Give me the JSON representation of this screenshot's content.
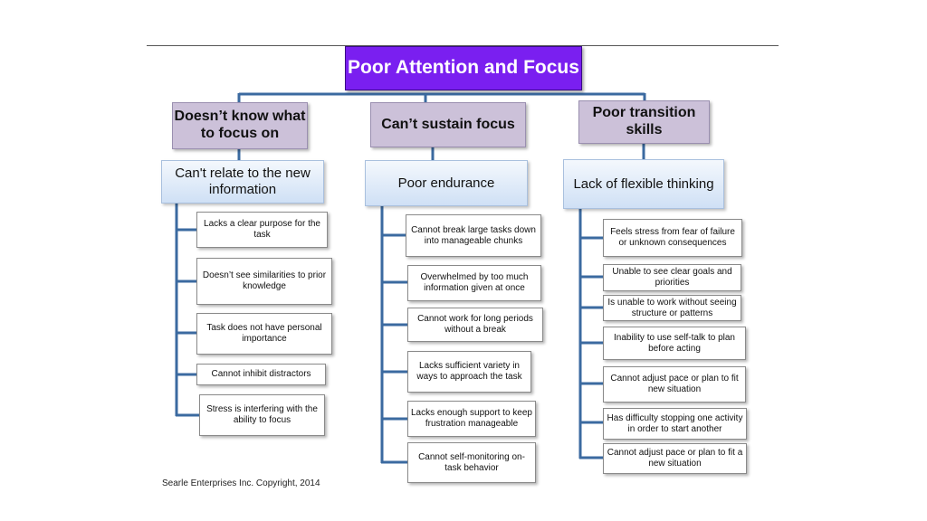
{
  "root": {
    "title": "Poor Attention and Focus"
  },
  "columns": [
    {
      "category": "Doesn’t know what to focus on",
      "sub": "Can't  relate to the new information",
      "items": [
        "Lacks a clear purpose for the task",
        "Doesn’t see similarities to prior knowledge",
        "Task does not have personal importance",
        "Cannot inhibit distractors",
        "Stress is interfering with the ability to focus"
      ]
    },
    {
      "category": "Can’t sustain focus",
      "sub": "Poor endurance",
      "items": [
        "Cannot break large tasks down into manageable chunks",
        "Overwhelmed by too much information given at once",
        "Cannot work for long periods without a break",
        "Lacks sufficient variety in ways to approach the task",
        "Lacks enough support to keep frustration manageable",
        "Cannot self-monitoring on-task behavior"
      ]
    },
    {
      "category": "Poor transition skills",
      "sub": "Lack of flexible thinking",
      "items": [
        "Feels stress from fear of failure or unknown consequences",
        "Unable to see clear goals and priorities",
        "Is unable to work without seeing structure or patterns",
        "Inability to use self-talk to plan before acting",
        "Cannot adjust pace or plan to fit new situation",
        "Has difficulty stopping one activity in order to start another",
        "Cannot adjust pace or plan to fit a new situation"
      ]
    }
  ],
  "footer": "Searle Enterprises Inc.  Copyright, 2014",
  "colors": {
    "root_fill": "#7a1ff0",
    "category_fill": "#ccc1d9",
    "sub_fill": "#cfe0f5",
    "connector": "#3b6aa0"
  }
}
